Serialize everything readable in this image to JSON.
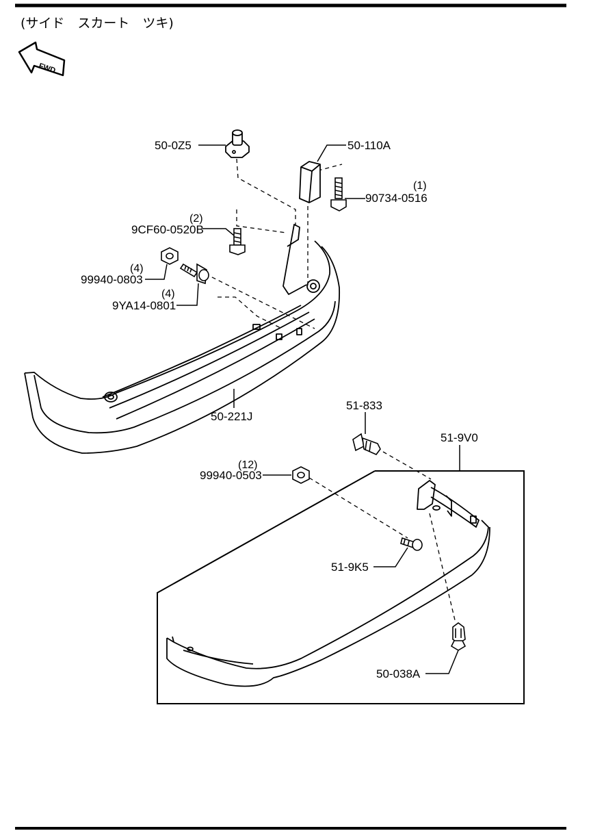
{
  "header": {
    "title": "(サイド　スカート　ツキ)",
    "fwd_label": "FWD"
  },
  "callouts": {
    "p50_0Z5": {
      "part": "50-0Z5"
    },
    "p50_110A": {
      "part": "50-110A"
    },
    "p90734": {
      "part": "90734-0516",
      "qty": "(1)"
    },
    "p9CF60": {
      "part": "9CF60-0520B",
      "qty": "(2)"
    },
    "p99940_0803": {
      "part": "99940-0803",
      "qty": "(4)"
    },
    "p9YA14": {
      "part": "9YA14-0801",
      "qty": "(4)"
    },
    "p50_221J": {
      "part": "50-221J"
    },
    "p51_833": {
      "part": "51-833"
    },
    "p51_9V0": {
      "part": "51-9V0"
    },
    "p99940_0503": {
      "part": "99940-0503",
      "qty": "(12)"
    },
    "p51_9K5": {
      "part": "51-9K5"
    },
    "p50_038A": {
      "part": "50-038A"
    }
  },
  "icons": {
    "fwd_arrow": "fwd-arrow-icon"
  }
}
